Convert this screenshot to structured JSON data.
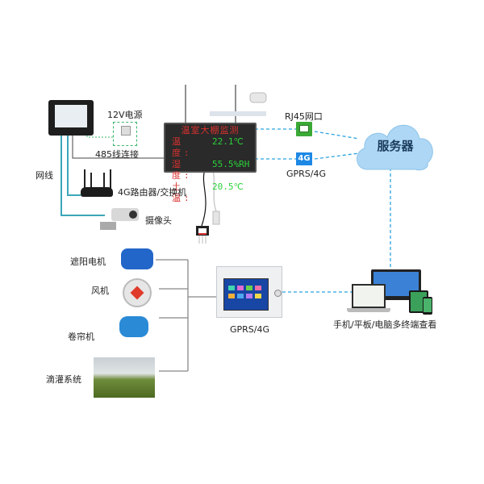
{
  "display": {
    "title": "温室大棚监测",
    "rows": [
      {
        "label": "温 度:",
        "value": "22.1℃"
      },
      {
        "label": "湿 度:",
        "value": "55.5%RH"
      },
      {
        "label": "土 温:",
        "value": "20.5℃"
      }
    ]
  },
  "labels": {
    "power": "12V电源",
    "rs485": "485线连接",
    "cable": "网线",
    "router": "4G路由器/交换机",
    "camera": "摄像头",
    "rj45": "RJ45网口",
    "gprs_top": "GPRS/4G",
    "badge_4g": "4G",
    "server": "服务器",
    "gprs_bottom": "GPRS/4G",
    "terminals": "手机/平板/电脑多终端查看"
  },
  "devices": [
    {
      "label": "遮阳电机"
    },
    {
      "label": "风机"
    },
    {
      "label": "卷帘机"
    },
    {
      "label": "滴灌系统"
    }
  ],
  "colors": {
    "dashed_link": "#29a3e0",
    "network_cable": "#3aa7b8",
    "wire": "#777777",
    "led_red": "#d8322f",
    "led_green": "#2bd13a",
    "power_dashed": "#3ab46a"
  }
}
